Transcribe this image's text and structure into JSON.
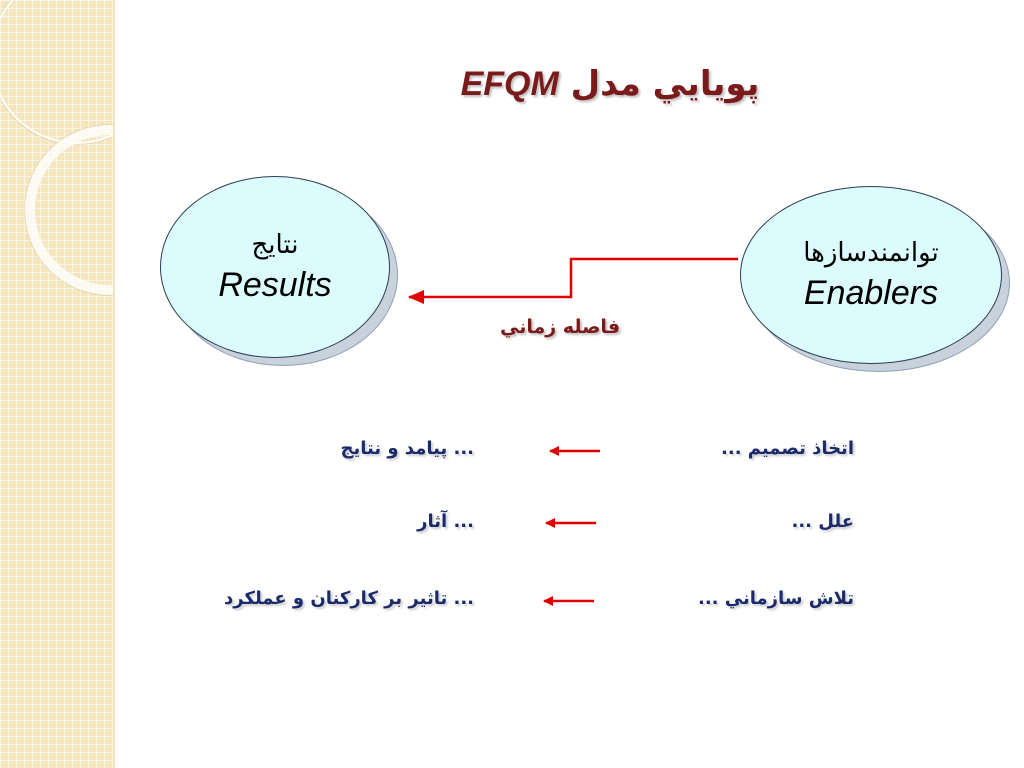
{
  "title": {
    "fa": "پويايي مدل",
    "latin": "EFQM"
  },
  "results": {
    "fa": "نتايج",
    "en": "Results"
  },
  "enablers": {
    "fa": "توانمندسازها",
    "en": "Enablers"
  },
  "gap_label": "فاصله زماني",
  "rows": [
    {
      "cause": "اتخاذ تصميم ...",
      "effect": "... پيامد و نتايج"
    },
    {
      "cause": "علل ...",
      "effect": "... آثار"
    },
    {
      "cause": "تلاش سازماني ...",
      "effect": "... تاثير بر كاركنان و عملكرد"
    }
  ],
  "colors": {
    "arrow": "#e00000",
    "title": "#7a1a1a",
    "row_text": "#1a2a6a",
    "ellipse_fill": "#dcfbfd"
  }
}
